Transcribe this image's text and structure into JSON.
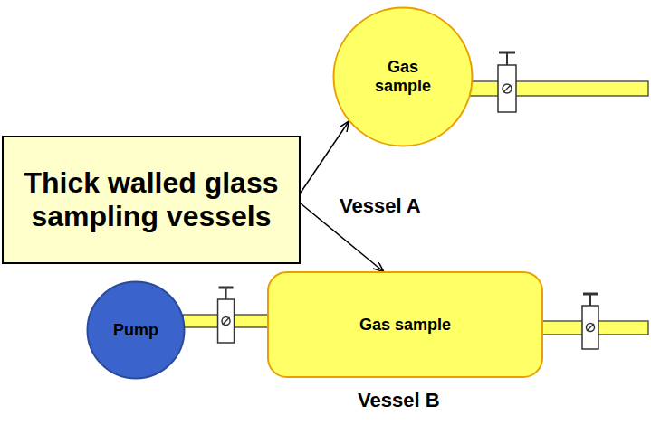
{
  "diagram": {
    "nodes": [
      {
        "text": [
          "Gas sample"
        ]
      },
      {
        "text": [
          "Thick walled glass sampling vessels"
        ]
      },
      {
        "text": [
          "Pump"
        ]
      },
      {
        "text": [
          "Gas sample"
        ]
      }
    ],
    "edges": [
      {
        "from": 1,
        "to": 0,
        "arrow": "to"
      },
      {
        "from": 1,
        "to": 3,
        "arrow": "to"
      },
      {
        "from": 2,
        "to": 3,
        "arrow": "none"
      }
    ],
    "labels": [
      "Vessel A",
      "Vessel B"
    ]
  }
}
